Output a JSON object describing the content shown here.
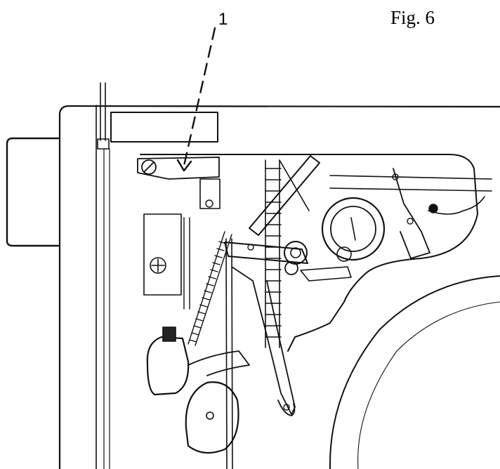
{
  "figure": {
    "label": "Fig. 6",
    "callouts": [
      {
        "number": "1",
        "target": "screw-arrow"
      }
    ]
  }
}
